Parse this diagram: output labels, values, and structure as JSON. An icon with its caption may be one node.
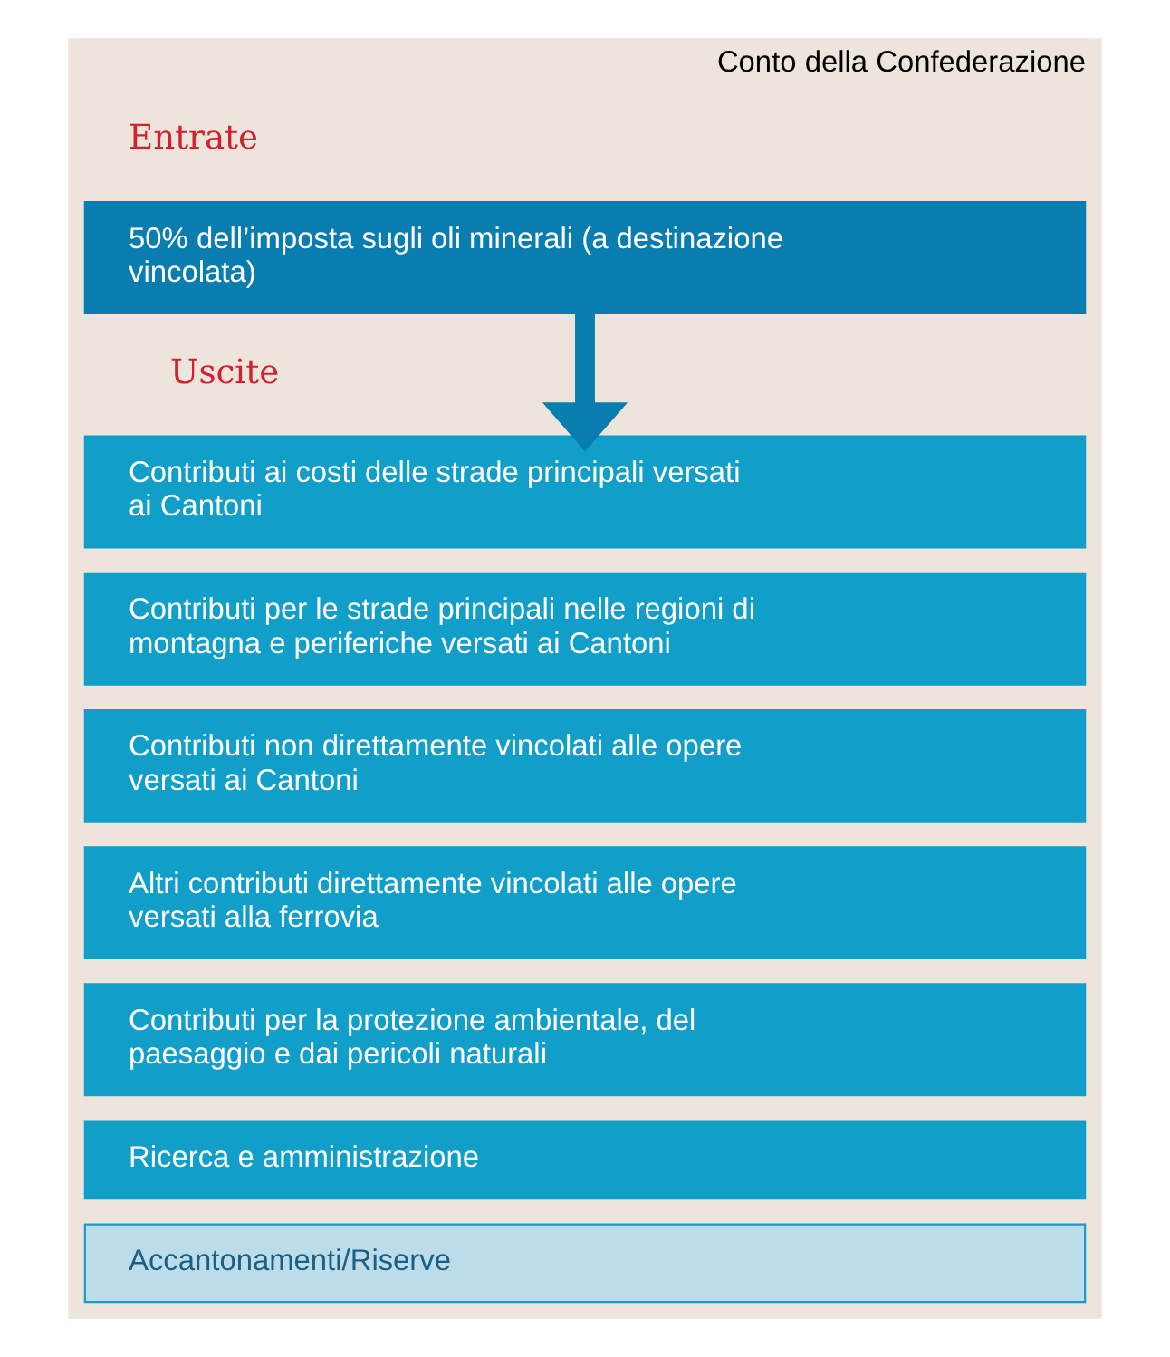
{
  "diagram": {
    "nodes": [
      {
        "text": [
          "Conto della Confederazione"
        ]
      },
      {
        "text": [
          "50% dell’imposta sugli oli minerali (a destinazione vincolata)"
        ],
        "in": 0
      },
      {
        "text": [
          "Contributi ai costi delle strade principali versati ai Cantoni"
        ],
        "in": 0
      },
      {
        "text": [
          "Contributi per le strade principali nelle regioni di montagna e periferiche versati ai Cantoni"
        ],
        "in": 0
      },
      {
        "text": [
          "Contributi non direttamente vincolati alle opere versati ai Cantoni"
        ],
        "in": 0
      },
      {
        "text": [
          "Altri contributi direttamente vincolati alle opere versati alla ferrovia"
        ],
        "in": 0
      },
      {
        "text": [
          "Contributi per la protezione ambientale, del paesaggio e dai pericoli naturali"
        ],
        "in": 0
      },
      {
        "text": [
          "Ricerca e amministrazione"
        ],
        "in": 0
      },
      {
        "text": [
          "Accantonamenti/Riserve"
        ],
        "in": 0
      }
    ],
    "edges": [
      {
        "from": 1,
        "to": 2,
        "arrow": "to"
      }
    ],
    "labels": [
      "Entrate",
      "Uscite"
    ]
  }
}
